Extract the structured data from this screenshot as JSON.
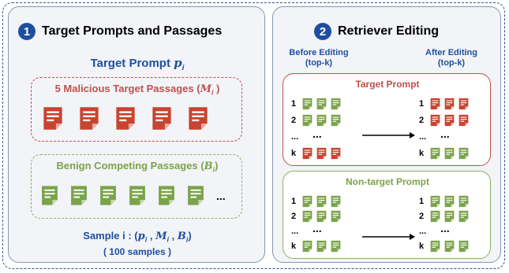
{
  "panel1": {
    "number": "1",
    "title": "Target Prompts and Passages",
    "target_prompt": "Target Prompt ",
    "target_prompt_symbol": "p",
    "target_prompt_sub": "i",
    "malicious_label": "5 Malicious Target Passages (",
    "malicious_symbol": "M",
    "malicious_sub": "i",
    "malicious_close": " )",
    "benign_label": "Benign Competing Passages (",
    "benign_symbol": "B",
    "benign_sub": "i",
    "benign_close": ")",
    "benign_ellipsis": "...",
    "sample_prefix": "Sample i : (",
    "sample_p": "p",
    "sample_m": "M",
    "sample_b": "B",
    "sample_sub": "i",
    "sample_sep": " , ",
    "sample_close": ")",
    "samples_count": "( 100 samples )"
  },
  "panel2": {
    "number": "2",
    "title": "Retriever Editing",
    "before_label": "Before Editing",
    "after_label": "After Editing",
    "topk_label": "(top-k)",
    "target_box_title": "Target Prompt",
    "nontarget_box_title": "Non-target Prompt",
    "rank_labels": [
      "1",
      "2",
      "...",
      "k"
    ],
    "vdots": "...",
    "target_before": [
      [
        "g",
        "g",
        "g"
      ],
      [
        "g",
        "g",
        "g"
      ],
      [
        "r",
        "r",
        "r"
      ]
    ],
    "target_after": [
      [
        "r",
        "r",
        "r"
      ],
      [
        "r",
        "r",
        "r"
      ],
      [
        "g",
        "g",
        "g"
      ]
    ],
    "nontarget_before": [
      [
        "g",
        "g",
        "g"
      ],
      [
        "g",
        "g",
        "g"
      ],
      [
        "g",
        "g",
        "g"
      ]
    ],
    "nontarget_after": [
      [
        "g",
        "g",
        "g"
      ],
      [
        "g",
        "g",
        "g"
      ],
      [
        "g",
        "g",
        "g"
      ]
    ]
  },
  "colors": {
    "malicious": "#c8442f",
    "benign": "#7aa34a",
    "accent": "#1f4e9e"
  }
}
